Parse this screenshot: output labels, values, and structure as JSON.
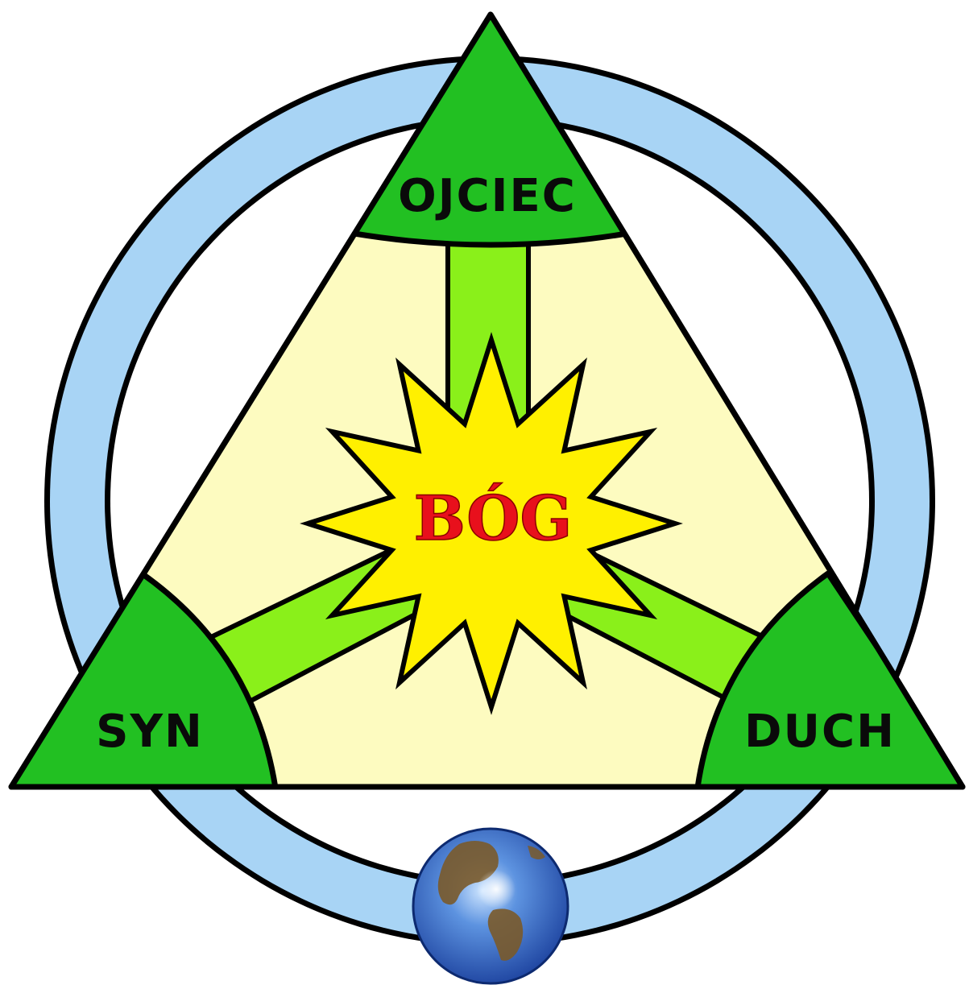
{
  "diagram": {
    "center_label": "BÓG",
    "top_label": "OJCIEC",
    "left_label": "SYN",
    "right_label": "DUCH"
  },
  "colors": {
    "ring": "#a8d4f5",
    "triangle_fill": "#fdfbc0",
    "corner_green": "#22c022",
    "spoke_green": "#8af01a",
    "star_yellow": "#fff000",
    "center_text": "#e8101c",
    "outline": "#000000"
  },
  "icons": {
    "globe": "globe-icon"
  }
}
